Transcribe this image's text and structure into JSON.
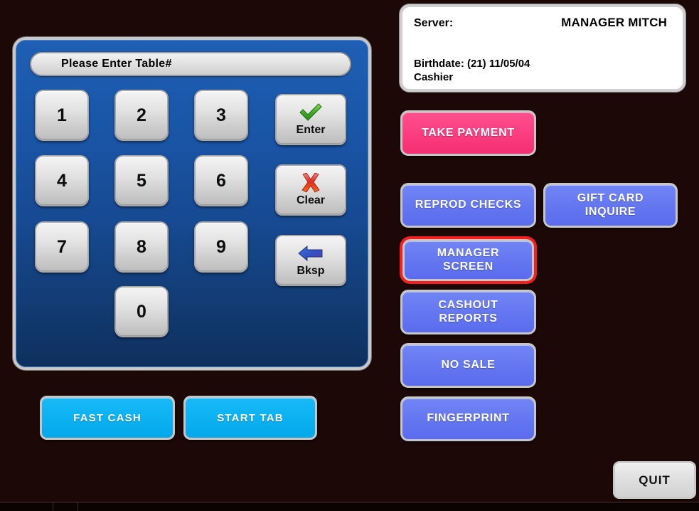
{
  "app": {
    "background_color": "#1c0806",
    "accent_pink": "#fb3d7e",
    "accent_blue": "#6376f0",
    "accent_cyan": "#0bb2f2",
    "selection_color": "#f42020"
  },
  "info_panel": {
    "server_label": "Server:",
    "server_name": "MANAGER MITCH",
    "birthdate_line": "Birthdate: (21) 11/05/04",
    "cashier_line": "Cashier"
  },
  "keypad": {
    "display_value": "Please Enter Table#",
    "display_placeholder": "Please Enter Table#",
    "digits": [
      "1",
      "2",
      "3",
      "4",
      "5",
      "6",
      "7",
      "8",
      "9",
      "0"
    ],
    "actions": [
      {
        "label": "Enter",
        "icon": "green-check-icon"
      },
      {
        "label": "Clear",
        "icon": "red-x-icon"
      },
      {
        "label": "Bksp",
        "icon": "blue-left-arrow-icon"
      }
    ]
  },
  "bottom_actions": [
    {
      "label": "FAST CASH"
    },
    {
      "label": "START TAB"
    }
  ],
  "right_actions": [
    {
      "label": "TAKE  PAYMENT",
      "color": "pink",
      "selected": false
    },
    {
      "label": "REPROD CHECKS",
      "color": "blue",
      "selected": false
    },
    {
      "label": "GIFT CARD\nINQUIRE",
      "color": "blue",
      "selected": false
    },
    {
      "label": "MANAGER\nSCREEN",
      "color": "blue",
      "selected": true
    },
    {
      "label": "CASHOUT\nREPORTS",
      "color": "blue",
      "selected": false
    },
    {
      "label": "NO SALE",
      "color": "blue",
      "selected": false
    },
    {
      "label": "FINGERPRINT",
      "color": "blue",
      "selected": false
    }
  ],
  "quit": {
    "label": "QUIT"
  }
}
